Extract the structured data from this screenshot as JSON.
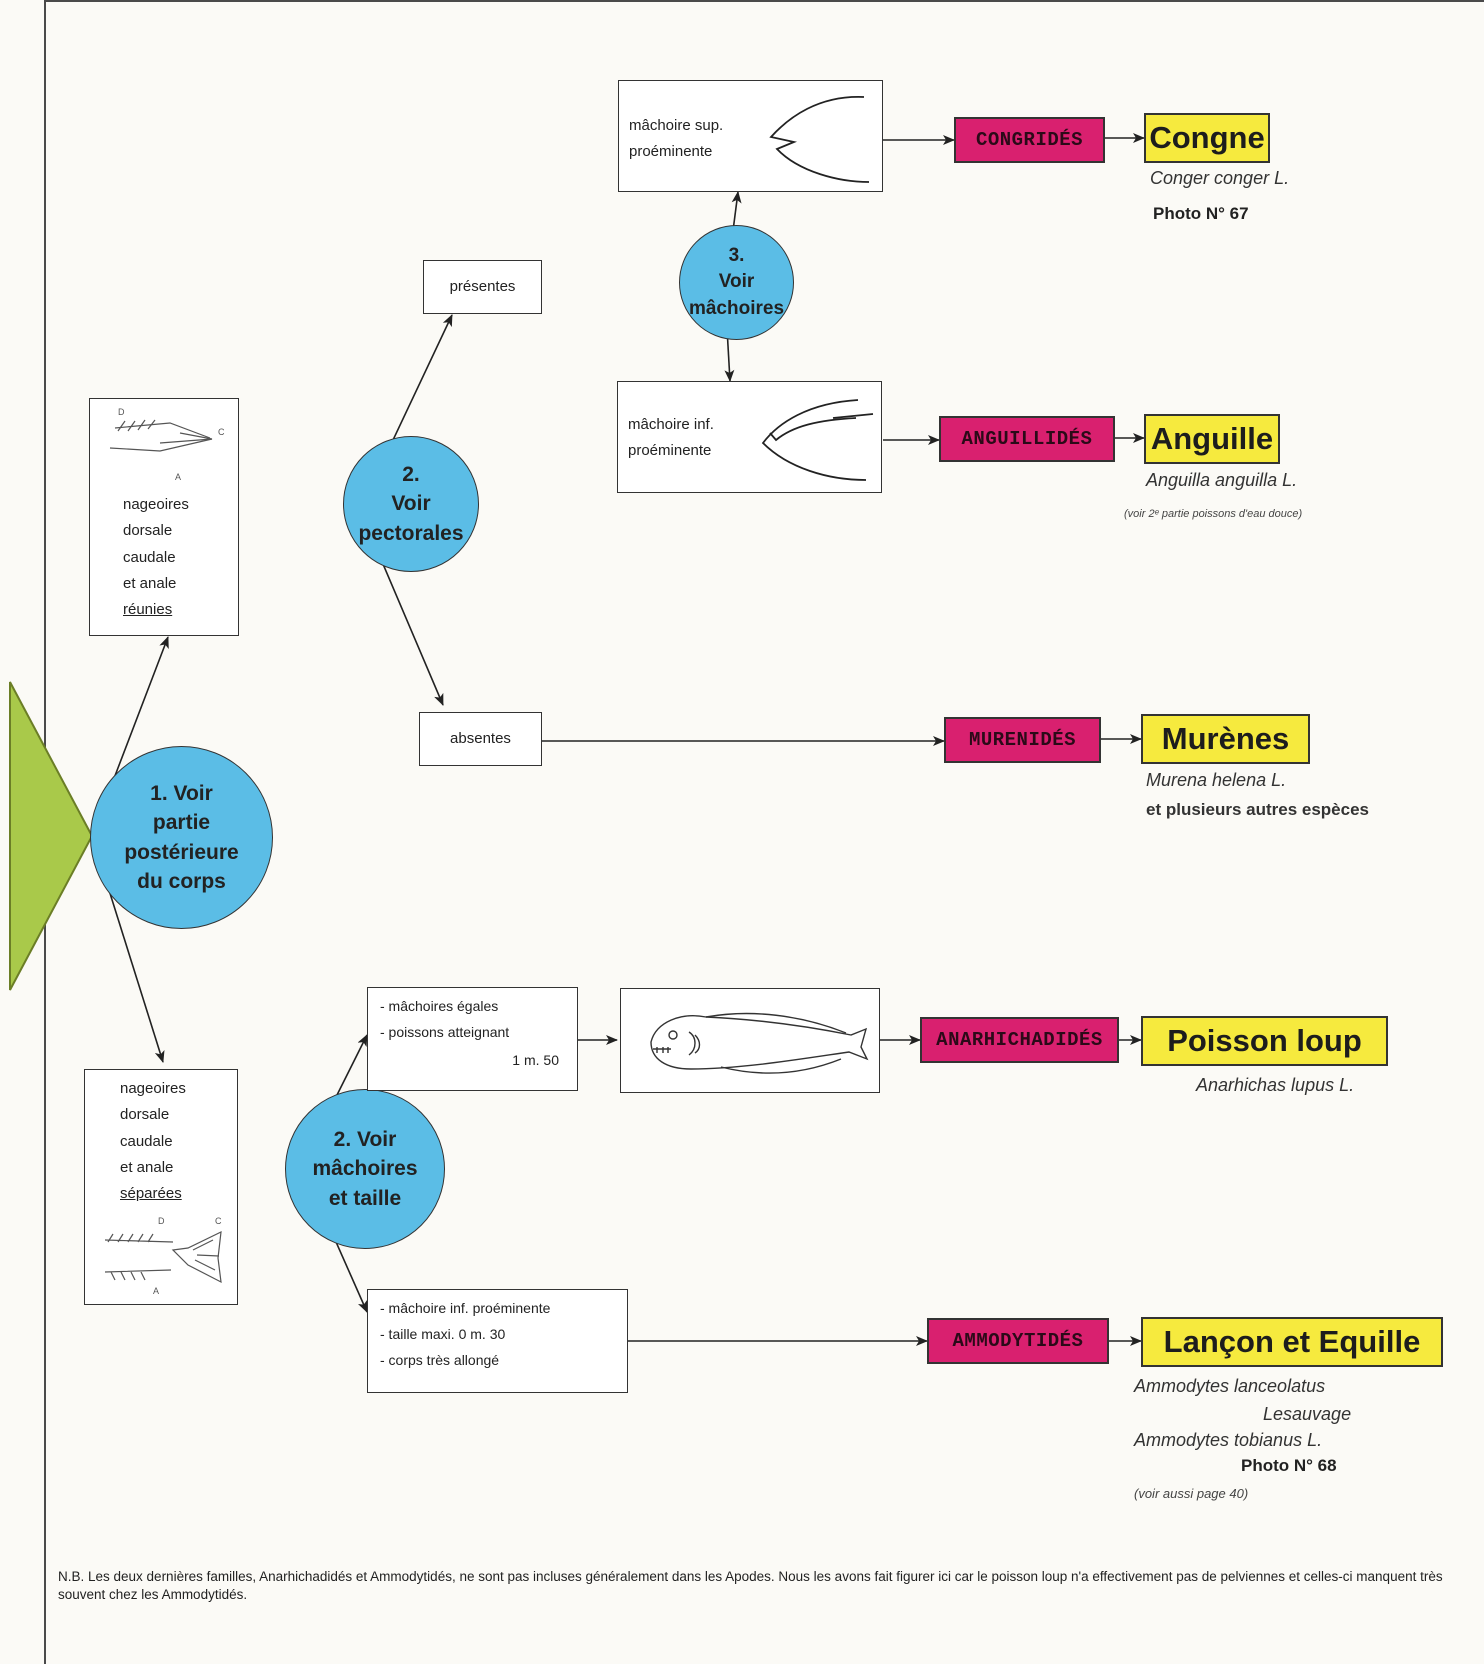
{
  "steps": {
    "step1": [
      "1. Voir",
      "partie",
      "postérieure",
      "du corps"
    ],
    "step2_pectorales": [
      "2.",
      "Voir",
      "pectorales"
    ],
    "step3_machoires": [
      "3.",
      "Voir",
      "mâchoires"
    ],
    "step2_machoires_taille": [
      "2. Voir",
      "mâchoires",
      "et taille"
    ]
  },
  "boxes": {
    "reunies": [
      "nageoires",
      "dorsale",
      "caudale",
      "et anale",
      "réunies"
    ],
    "separees": [
      "nageoires",
      "dorsale",
      "caudale",
      "et anale",
      "séparées"
    ],
    "presentes": "présentes",
    "absentes": "absentes",
    "sup": [
      "mâchoire sup.",
      "proéminente"
    ],
    "inf": [
      "mâchoire inf.",
      "proéminente"
    ],
    "egales": [
      "- mâchoires égales",
      "- poissons atteignant",
      "1 m. 50"
    ],
    "ammo": [
      "- mâchoire inf. proéminente",
      "- taille maxi. 0 m. 30",
      "- corps très allongé"
    ]
  },
  "fin_labels": {
    "d": "D",
    "c": "C",
    "a": "A"
  },
  "families": [
    "CONGRIDÉS",
    "ANGUILLIDÉS",
    "MURENIDÉS",
    "ANARHICHADIDÉS",
    "AMMODYTIDÉS"
  ],
  "species": {
    "congre": {
      "name": "Congne",
      "latin": "Conger conger L.",
      "photo": "Photo N° 67"
    },
    "anguille": {
      "name": "Anguille",
      "latin": "Anguilla anguilla L.",
      "note": "(voir 2ᵉ partie poissons d'eau douce)"
    },
    "murene": {
      "name": "Murènes",
      "latin": "Murena helena L.",
      "extra": "et plusieurs autres espèces"
    },
    "loup": {
      "name": "Poisson loup",
      "latin": "Anarhichas lupus L."
    },
    "lancon": {
      "name": "Lançon et Equille",
      "latin1": "Ammodytes lanceolatus",
      "latin1b": "Lesauvage",
      "latin2": "Ammodytes tobianus L.",
      "photo": "Photo N° 68",
      "note": "(voir aussi page 40)"
    }
  },
  "nb": "N.B. Les deux dernières familles, Anarhichadidés et Ammodytidés, ne sont pas incluses généralement dans les Apodes. Nous les avons fait figurer ici car le poisson loup n'a effectivement pas de pelviennes et celles-ci manquent très souvent chez les Ammodytidés.",
  "colors": {
    "step_circle": "#5bbde6",
    "family_box": "#d9206f",
    "species_box": "#f6ea3e",
    "start_arrow": "#a9c94a"
  }
}
